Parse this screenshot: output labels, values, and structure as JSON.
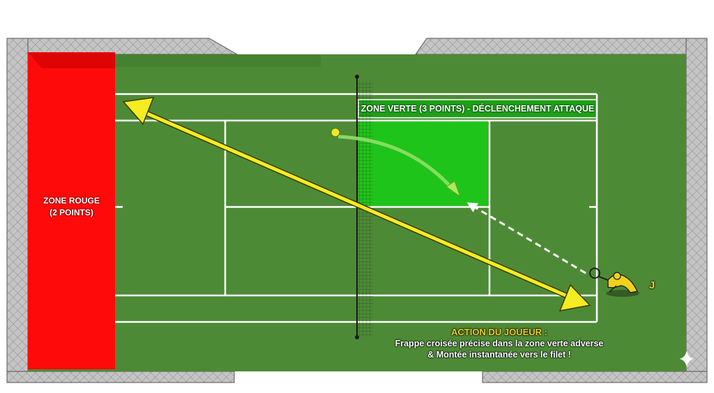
{
  "zones": {
    "red": {
      "label_line1": "ZONE ROUGE",
      "label_line2": "(2 POINTS)",
      "color": "#ff0a0a"
    },
    "green": {
      "label": "ZONE VERTE (3 POINTS) - DÉCLENCHEMENT ATTAQUE",
      "color": "#1fc41a"
    }
  },
  "court": {
    "surface_color": "#4d8a36",
    "line_color": "#ffffff",
    "wall_color": "#b8b8b8"
  },
  "player": {
    "label": "J",
    "color": "#f0d21a"
  },
  "ball": {
    "color": "#e8ee2a"
  },
  "arrows": {
    "main_color": "#f5ec21",
    "shot_color": "#8fe06a",
    "run_color": "#ffffff"
  },
  "action": {
    "title": "ACTION DU JOUEUR :",
    "line1": "Frappe croisée précise dans la zone verte adverse",
    "line2": "& Montée instantanée vers le filet !"
  }
}
